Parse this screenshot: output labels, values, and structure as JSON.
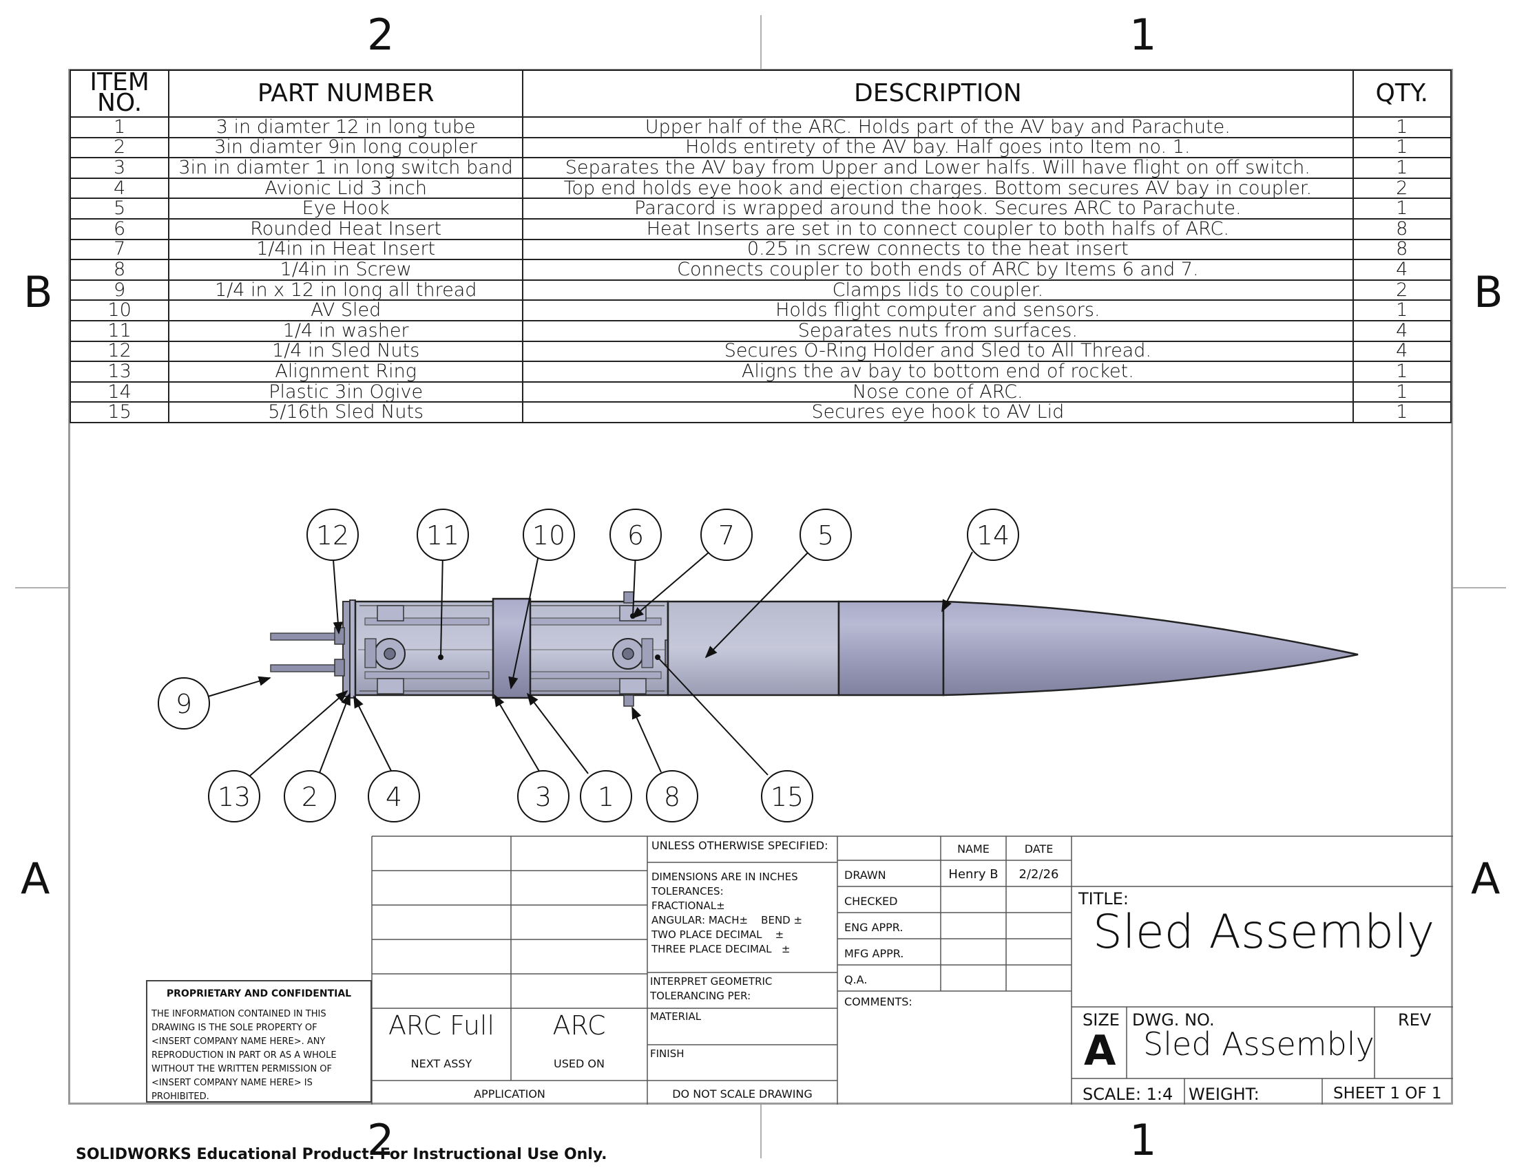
{
  "zones": {
    "top": [
      "2",
      "1"
    ],
    "bottom": [
      "2",
      "1"
    ],
    "left": [
      "B",
      "A"
    ],
    "right": [
      "B",
      "A"
    ]
  },
  "bom": {
    "headers": {
      "item_no": "ITEM NO.",
      "part_number": "PART NUMBER",
      "description": "DESCRIPTION",
      "qty": "QTY."
    },
    "rows": [
      {
        "item": "1",
        "part": "3 in diamter 12 in long tube",
        "desc": "Upper half of the ARC. Holds part of the AV bay and Parachute.",
        "qty": "1"
      },
      {
        "item": "2",
        "part": "3in diamter 9in long coupler",
        "desc": "Holds entirety of the AV bay. Half goes into Item no. 1.",
        "qty": "1"
      },
      {
        "item": "3",
        "part": "3in in diamter 1 in long switch band",
        "desc": "Separates the AV bay from Upper and Lower halfs. Will have flight on off switch.",
        "qty": "1"
      },
      {
        "item": "4",
        "part": "Avionic Lid 3 inch",
        "desc": "Top end holds eye hook and ejection charges. Bottom secures AV bay in coupler.",
        "qty": "2"
      },
      {
        "item": "5",
        "part": "Eye Hook",
        "desc": "Paracord is wrapped around the hook. Secures ARC to Parachute.",
        "qty": "1"
      },
      {
        "item": "6",
        "part": "Rounded Heat Insert",
        "desc": "Heat Inserts are set in to connect coupler to both halfs of ARC.",
        "qty": "8"
      },
      {
        "item": "7",
        "part": "1/4in in Heat Insert",
        "desc": "0.25 in screw connects to the heat insert",
        "qty": "8"
      },
      {
        "item": "8",
        "part": "1/4in in Screw",
        "desc": "Connects coupler to both ends of ARC by Items 6 and 7.",
        "qty": "4"
      },
      {
        "item": "9",
        "part": "1/4 in x 12 in long all thread",
        "desc": "Clamps lids to coupler.",
        "qty": "2"
      },
      {
        "item": "10",
        "part": "AV Sled",
        "desc": "Holds flight computer and sensors.",
        "qty": "1"
      },
      {
        "item": "11",
        "part": "1/4 in washer",
        "desc": "Separates nuts from surfaces.",
        "qty": "4"
      },
      {
        "item": "12",
        "part": "1/4 in Sled Nuts",
        "desc": "Secures O-Ring Holder and Sled to All Thread.",
        "qty": "4"
      },
      {
        "item": "13",
        "part": "Alignment Ring",
        "desc": "Aligns the av bay to bottom end of rocket.",
        "qty": "1"
      },
      {
        "item": "14",
        "part": "Plastic 3in Ogive",
        "desc": "Nose cone of ARC.",
        "qty": "1"
      },
      {
        "item": "15",
        "part": "5/16th Sled Nuts",
        "desc": "Secures eye hook to AV Lid",
        "qty": "1"
      }
    ]
  },
  "balloons": [
    "12",
    "11",
    "10",
    "6",
    "7",
    "5",
    "14",
    "9",
    "13",
    "2",
    "4",
    "3",
    "1",
    "8",
    "15"
  ],
  "title_block": {
    "unless": "UNLESS OTHERWISE SPECIFIED:",
    "dims": "DIMENSIONS ARE IN INCHES",
    "tolerances": "TOLERANCES:",
    "fractional": "FRACTIONAL±",
    "angular": "ANGULAR: MACH±",
    "bend": "BEND ±",
    "two_place": "TWO PLACE DECIMAL",
    "three_place": "THREE PLACE DECIMAL",
    "pm": "±",
    "interpret": "INTERPRET GEOMETRIC",
    "tol_per": "TOLERANCING PER:",
    "material": "MATERIAL",
    "finish": "FINISH",
    "do_not_scale": "DO NOT SCALE DRAWING",
    "name_hdr": "NAME",
    "date_hdr": "DATE",
    "drawn": "DRAWN",
    "drawn_name": "Henry B",
    "drawn_date": "2/2/26",
    "checked": "CHECKED",
    "eng_appr": "ENG APPR.",
    "mfg_appr": "MFG APPR.",
    "qa": "Q.A.",
    "comments": "COMMENTS:",
    "title_label": "TITLE:",
    "title": "Sled Assembly",
    "size_label": "SIZE",
    "size": "A",
    "dwg_no_label": "DWG.  NO.",
    "dwg_no": "Sled Assembly",
    "rev_label": "REV",
    "scale": "SCALE: 1:4",
    "weight": "WEIGHT:",
    "sheet": "SHEET 1 OF 1",
    "next_assy_value": "ARC Full",
    "used_on_value": "ARC",
    "next_assy": "NEXT ASSY",
    "used_on": "USED ON",
    "application": "APPLICATION"
  },
  "proprietary": {
    "heading": "PROPRIETARY AND CONFIDENTIAL",
    "line1": "THE INFORMATION CONTAINED IN THIS",
    "line2": "DRAWING IS THE SOLE PROPERTY OF",
    "line3": "<INSERT COMPANY NAME HERE>.  ANY",
    "line4": "REPRODUCTION IN PART OR AS A WHOLE",
    "line5": "WITHOUT THE WRITTEN PERMISSION OF",
    "line6": "<INSERT COMPANY NAME HERE> IS",
    "line7": "PROHIBITED."
  },
  "watermark": "SOLIDWORKS Educational Product. For Instructional Use Only."
}
